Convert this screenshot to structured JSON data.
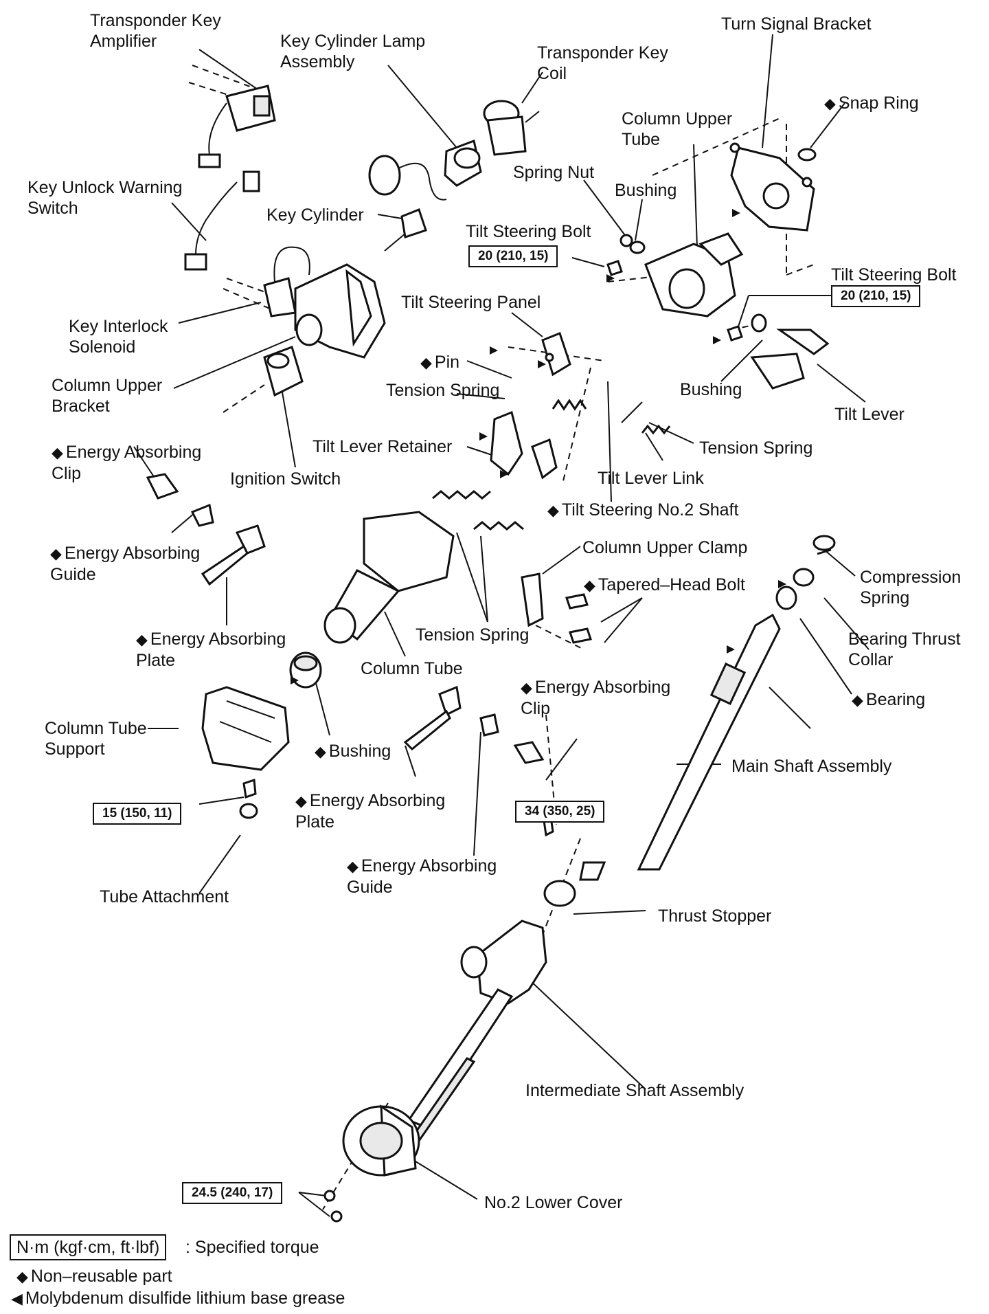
{
  "labels": {
    "transponder_key_amplifier": "Transponder Key\nAmplifier",
    "key_cylinder_lamp_assembly": "Key Cylinder Lamp\nAssembly",
    "transponder_key_coil": "Transponder Key\nCoil",
    "turn_signal_bracket": "Turn Signal Bracket",
    "snap_ring": "Snap Ring",
    "column_upper_tube": "Column Upper\nTube",
    "spring_nut": "Spring Nut",
    "bushing_upper": "Bushing",
    "key_unlock_warning_switch": "Key Unlock Warning\nSwitch",
    "key_cylinder": "Key Cylinder",
    "tilt_steering_bolt_left": "Tilt Steering Bolt",
    "tilt_steering_bolt_right": "Tilt Steering Bolt",
    "tilt_steering_panel": "Tilt Steering Panel",
    "key_interlock_solenoid": "Key Interlock\nSolenoid",
    "pin": "Pin",
    "column_upper_bracket": "Column Upper\nBracket",
    "tension_spring_panel": "Tension Spring",
    "bushing_tilt": "Bushing",
    "tilt_lever": "Tilt Lever",
    "energy_absorbing_clip_upper": "Energy Absorbing\nClip",
    "tilt_lever_retainer": "Tilt Lever Retainer",
    "ignition_switch": "Ignition Switch",
    "tension_spring_lever": "Tension Spring",
    "tilt_lever_link": "Tilt Lever Link",
    "tilt_steering_no2_shaft": "Tilt Steering No.2 Shaft",
    "energy_absorbing_guide_upper": "Energy Absorbing\nGuide",
    "column_upper_clamp": "Column Upper Clamp",
    "compression_spring": "Compression\nSpring",
    "tapered_head_bolt": "Tapered–Head Bolt",
    "energy_absorbing_plate_upper": "Energy Absorbing\nPlate",
    "tension_spring_center": "Tension Spring",
    "bearing_thrust_collar": "Bearing Thrust\nCollar",
    "column_tube": "Column Tube",
    "bearing": "Bearing",
    "energy_absorbing_clip_lower": "Energy Absorbing\nClip",
    "column_tube_support": "Column Tube\nSupport",
    "bushing_column": "Bushing",
    "main_shaft_assembly": "Main Shaft Assembly",
    "energy_absorbing_plate_lower": "Energy Absorbing\nPlate",
    "tube_attachment": "Tube Attachment",
    "energy_absorbing_guide_lower": "Energy Absorbing\nGuide",
    "thrust_stopper": "Thrust Stopper",
    "intermediate_shaft_assembly": "Intermediate Shaft Assembly",
    "no2_lower_cover": "No.2 Lower Cover"
  },
  "torques": {
    "tilt_bolt_left": "20 (210, 15)",
    "tilt_bolt_right": "20 (210, 15)",
    "tube_attachment": "15 (150, 11)",
    "thrust_stopper": "34 (350, 25)",
    "lower_cover": "24.5 (240, 17)"
  },
  "legend": {
    "torque_units": "N·m (kgf·cm, ft·lbf)",
    "torque_desc": ": Specified torque",
    "non_reusable": "Non–reusable part",
    "grease": "Molybdenum disulfide lithium base grease"
  },
  "symbols": {
    "non_reusable_marker": "◆",
    "grease_marker": "◀"
  }
}
